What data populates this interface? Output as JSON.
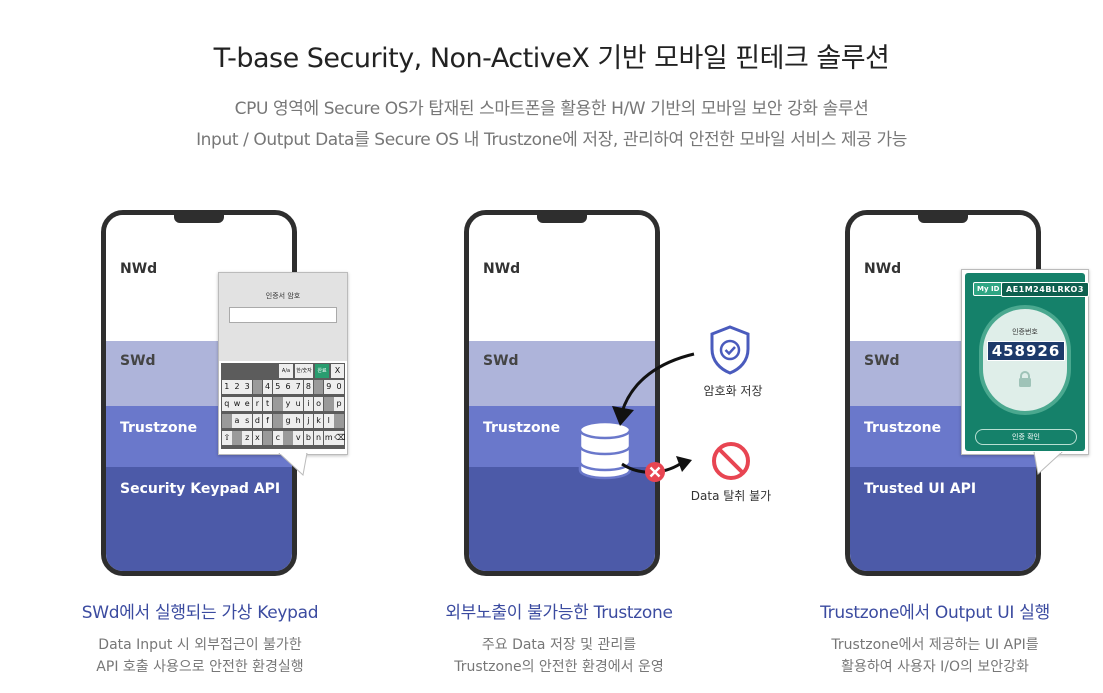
{
  "header": {
    "title": "T-base Security, Non-ActiveX 기반 모바일 핀테크 솔루션",
    "subtitle_line1": "CPU 영역에 Secure OS가 탑재된 스마트폰을 활용한 H/W 기반의 모바일 보안 강화 솔루션",
    "subtitle_line2": "Input / Output Data를 Secure OS 내 Trustzone에 저장, 관리하여 안전한 모바일 서비스 제공 가능"
  },
  "phones": [
    {
      "nwd": "NWd",
      "swd": "SWd",
      "trustzone": "Trustzone",
      "api": "Security Keypad API",
      "caption_title": "SWd에서 실행되는 가상 Keypad",
      "caption_line1": "Data Input 시 외부접근이 불가한",
      "caption_line2": "API 호출 사용으로 안전한 환경실행"
    },
    {
      "nwd": "NWd",
      "swd": "SWd",
      "trustzone": "Trustzone",
      "caption_title": "외부노출이 불가능한 Trustzone",
      "caption_line1": "주요 Data 저장 및 관리를",
      "caption_line2": "Trustzone의 안전한 환경에서 운영"
    },
    {
      "nwd": "NWd",
      "swd": "SWd",
      "trustzone": "Trustzone",
      "api": "Trusted UI API",
      "caption_title": "Trustzone에서 Output UI 실행",
      "caption_line1": "Trustzone에서 제공하는 UI API를",
      "caption_line2": "활용하여 사용자 I/O의 보안강화"
    }
  ],
  "keypad": {
    "title": "인증서 암호",
    "top_keys": [
      "A/a",
      "한/숫자",
      "완료",
      "X"
    ],
    "rows": [
      [
        "1",
        "2",
        "3",
        "",
        "4",
        "5",
        "6",
        "7",
        "8",
        "",
        "9",
        "0"
      ],
      [
        "q",
        "w",
        "e",
        "r",
        "t",
        "",
        "y",
        "u",
        "i",
        "o",
        "",
        "p"
      ],
      [
        "",
        "a",
        "s",
        "d",
        "f",
        "",
        "g",
        "h",
        "j",
        "k",
        "l",
        ""
      ],
      [
        "⇧",
        "",
        "z",
        "x",
        "",
        "c",
        "",
        "v",
        "b",
        "n",
        "m",
        "⌫"
      ]
    ]
  },
  "storage": {
    "encrypted_label": "암호화 저장",
    "blocked_label": "Data 탈취 불가"
  },
  "id_card": {
    "my_id": "My ID",
    "id_code": "AE1M24BLRKO3",
    "auth_label": "인증번호",
    "otp": "458926",
    "confirm": "인증 확인"
  },
  "colors": {
    "swd": "#aeb4da",
    "trustzone": "#6a78cb",
    "api": "#4c5aa8",
    "caption_title": "#3b4ba0",
    "card_green": "#15816a"
  }
}
